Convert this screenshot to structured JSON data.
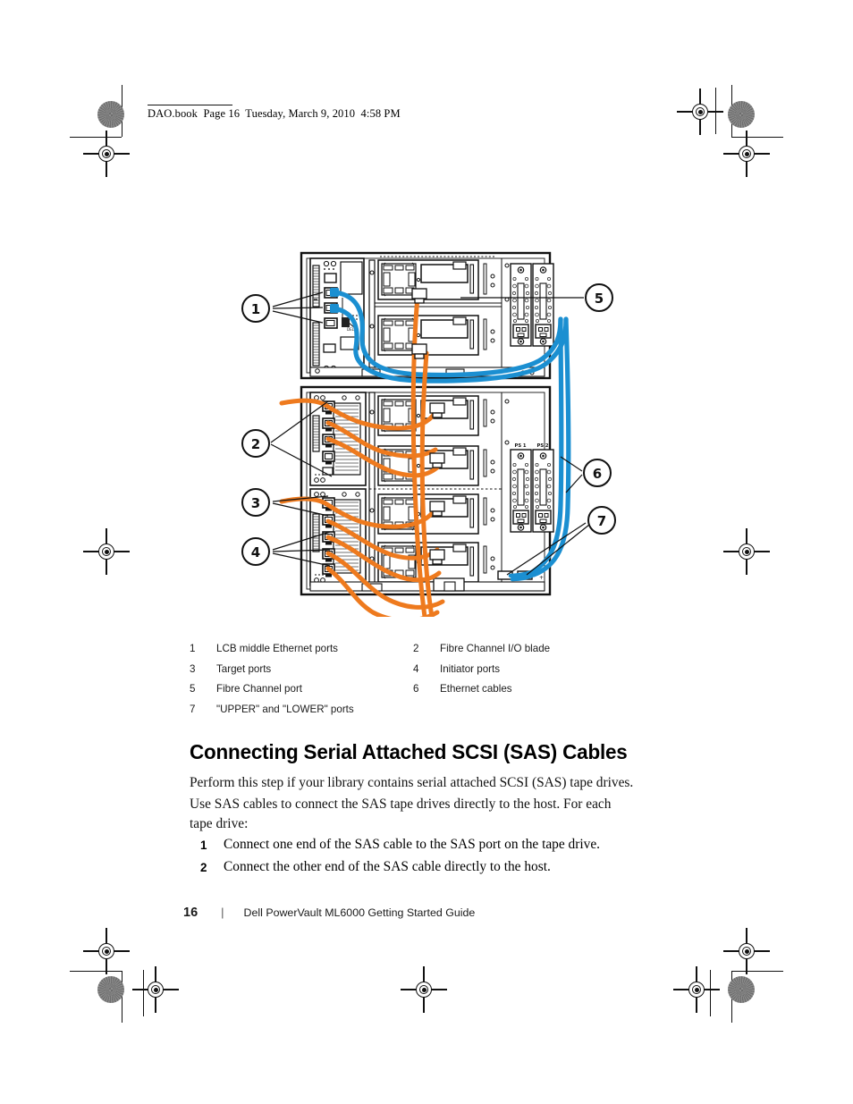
{
  "running_head": "DAO.book  Page 16  Tuesday, March 9, 2010  4:58 PM",
  "figure": {
    "alt": "Dell PowerVault ML6000 library rear view cabling diagram",
    "callouts": [
      "1",
      "2",
      "3",
      "4",
      "5",
      "6",
      "7"
    ],
    "power_supply_labels": [
      "PS 1",
      "PS 2"
    ],
    "cable_colors": {
      "ethernet": "#1b8fd1",
      "fibre_channel": "#ee7a1e"
    }
  },
  "legend": [
    {
      "num": "1",
      "text": "LCB middle Ethernet ports"
    },
    {
      "num": "2",
      "text": "Fibre Channel I/O blade"
    },
    {
      "num": "3",
      "text": "Target ports"
    },
    {
      "num": "4",
      "text": "Initiator ports"
    },
    {
      "num": "5",
      "text": "Fibre Channel port"
    },
    {
      "num": "6",
      "text": "Ethernet cables"
    },
    {
      "num": "7",
      "text": "\"UPPER\" and \"LOWER\" ports"
    }
  ],
  "heading": "Connecting Serial Attached SCSI (SAS) Cables",
  "paragraph_1": "Perform this step if your library contains serial attached SCSI (SAS) tape drives.",
  "paragraph_2": "Use SAS cables to connect the SAS tape drives directly to the host. For each tape drive:",
  "steps": [
    {
      "num": "1",
      "text": "Connect one end of the SAS cable to the SAS port on the tape drive."
    },
    {
      "num": "2",
      "text": "Connect the other end of the SAS cable directly to the host."
    }
  ],
  "footer": {
    "page_number": "16",
    "separator": "|",
    "title": "Dell PowerVault ML6000 Getting Started Guide"
  }
}
